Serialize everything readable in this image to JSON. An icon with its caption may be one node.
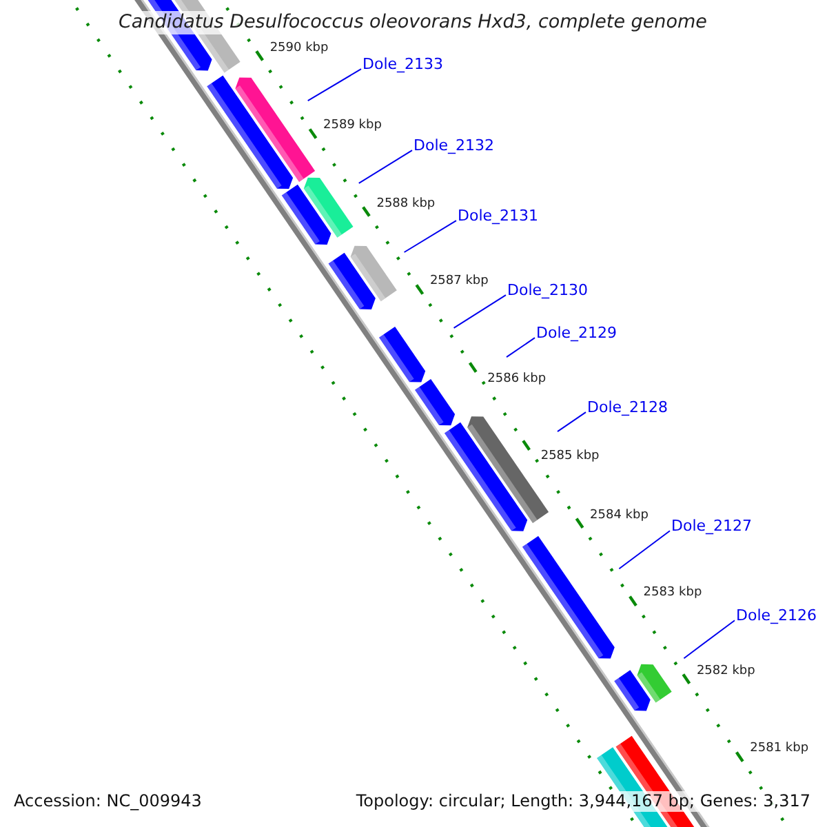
{
  "diagram": {
    "title": "Candidatus Desulfococcus oleovorans Hxd3, complete genome",
    "nodes": [
      {
        "text": [
          "Dole_2133"
        ]
      },
      {
        "text": [
          "Dole_2132"
        ]
      },
      {
        "text": [
          "Dole_2131"
        ]
      },
      {
        "text": [
          "Dole_2130"
        ]
      },
      {
        "text": [
          "Dole_2129"
        ]
      },
      {
        "text": [
          "Dole_2128"
        ]
      },
      {
        "text": [
          "Dole_2127"
        ]
      },
      {
        "text": [
          "Dole_2126"
        ]
      }
    ],
    "edges": [
      {
        "from": 0,
        "to": null,
        "arrow": "none"
      },
      {
        "from": 1,
        "to": null,
        "arrow": "none"
      },
      {
        "from": 2,
        "to": null,
        "arrow": "none"
      },
      {
        "from": 3,
        "to": null,
        "arrow": "none"
      },
      {
        "from": 4,
        "to": null,
        "arrow": "none"
      },
      {
        "from": 5,
        "to": null,
        "arrow": "none"
      },
      {
        "from": 6,
        "to": null,
        "arrow": "none"
      },
      {
        "from": 7,
        "to": null,
        "arrow": "none"
      }
    ],
    "labels": [
      "2590 kbp",
      "2589 kbp",
      "2588 kbp",
      "2587 kbp",
      "2586 kbp",
      "2585 kbp",
      "2584 kbp",
      "2583 kbp",
      "2582 kbp",
      "2581 kbp",
      "Accession: NC_009943",
      "Topology: circular; Length: 3,944,167 bp; Genes: 3,317"
    ]
  }
}
